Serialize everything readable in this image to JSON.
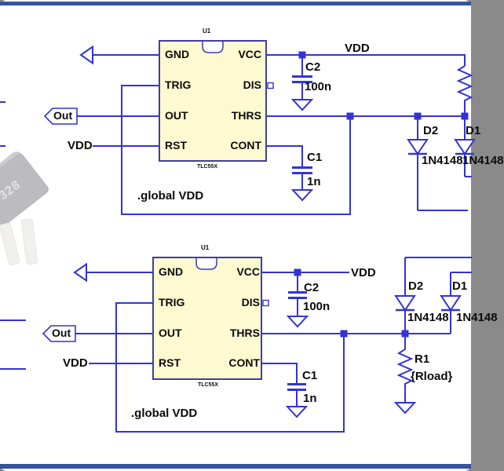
{
  "colors": {
    "wire": "#3333d6",
    "ic_fill": "#fdfad2",
    "ic_border": "#3f3f9f",
    "frame_bar": "#35549b",
    "label_text": "#0b0b0b"
  },
  "photo": {
    "chip_marking": "328"
  },
  "top": {
    "refdes": "U1",
    "part": "TLC55X",
    "pins": {
      "gnd": "GND",
      "trig": "TRIG",
      "out": "OUT",
      "rst": "RST",
      "vcc": "VCC",
      "dis": "DIS",
      "thrs": "THRS",
      "cont": "CONT"
    },
    "ports": {
      "out": "Out"
    },
    "nets": {
      "vcc": "VDD",
      "rst": "VDD"
    },
    "components": {
      "c2": {
        "ref": "C2",
        "value": "100n"
      },
      "c1": {
        "ref": "C1",
        "value": "1n"
      },
      "d2": {
        "ref": "D2",
        "value": "1N4148"
      },
      "d1": {
        "ref": "D1",
        "value": "1N4148"
      }
    },
    "directive": ".global VDD"
  },
  "bottom": {
    "refdes": "U1",
    "part": "TLC55X",
    "pins": {
      "gnd": "GND",
      "trig": "TRIG",
      "out": "OUT",
      "rst": "RST",
      "vcc": "VCC",
      "dis": "DIS",
      "thrs": "THRS",
      "cont": "CONT"
    },
    "ports": {
      "out": "Out"
    },
    "nets": {
      "vcc": "VDD",
      "rst": "VDD"
    },
    "components": {
      "c2": {
        "ref": "C2",
        "value": "100n"
      },
      "c1": {
        "ref": "C1",
        "value": "1n"
      },
      "d2": {
        "ref": "D2",
        "value": "1N4148"
      },
      "d1": {
        "ref": "D1",
        "value": "1N4148"
      },
      "r1": {
        "ref": "R1",
        "value": "{Rload}"
      }
    },
    "directive": ".global VDD"
  }
}
